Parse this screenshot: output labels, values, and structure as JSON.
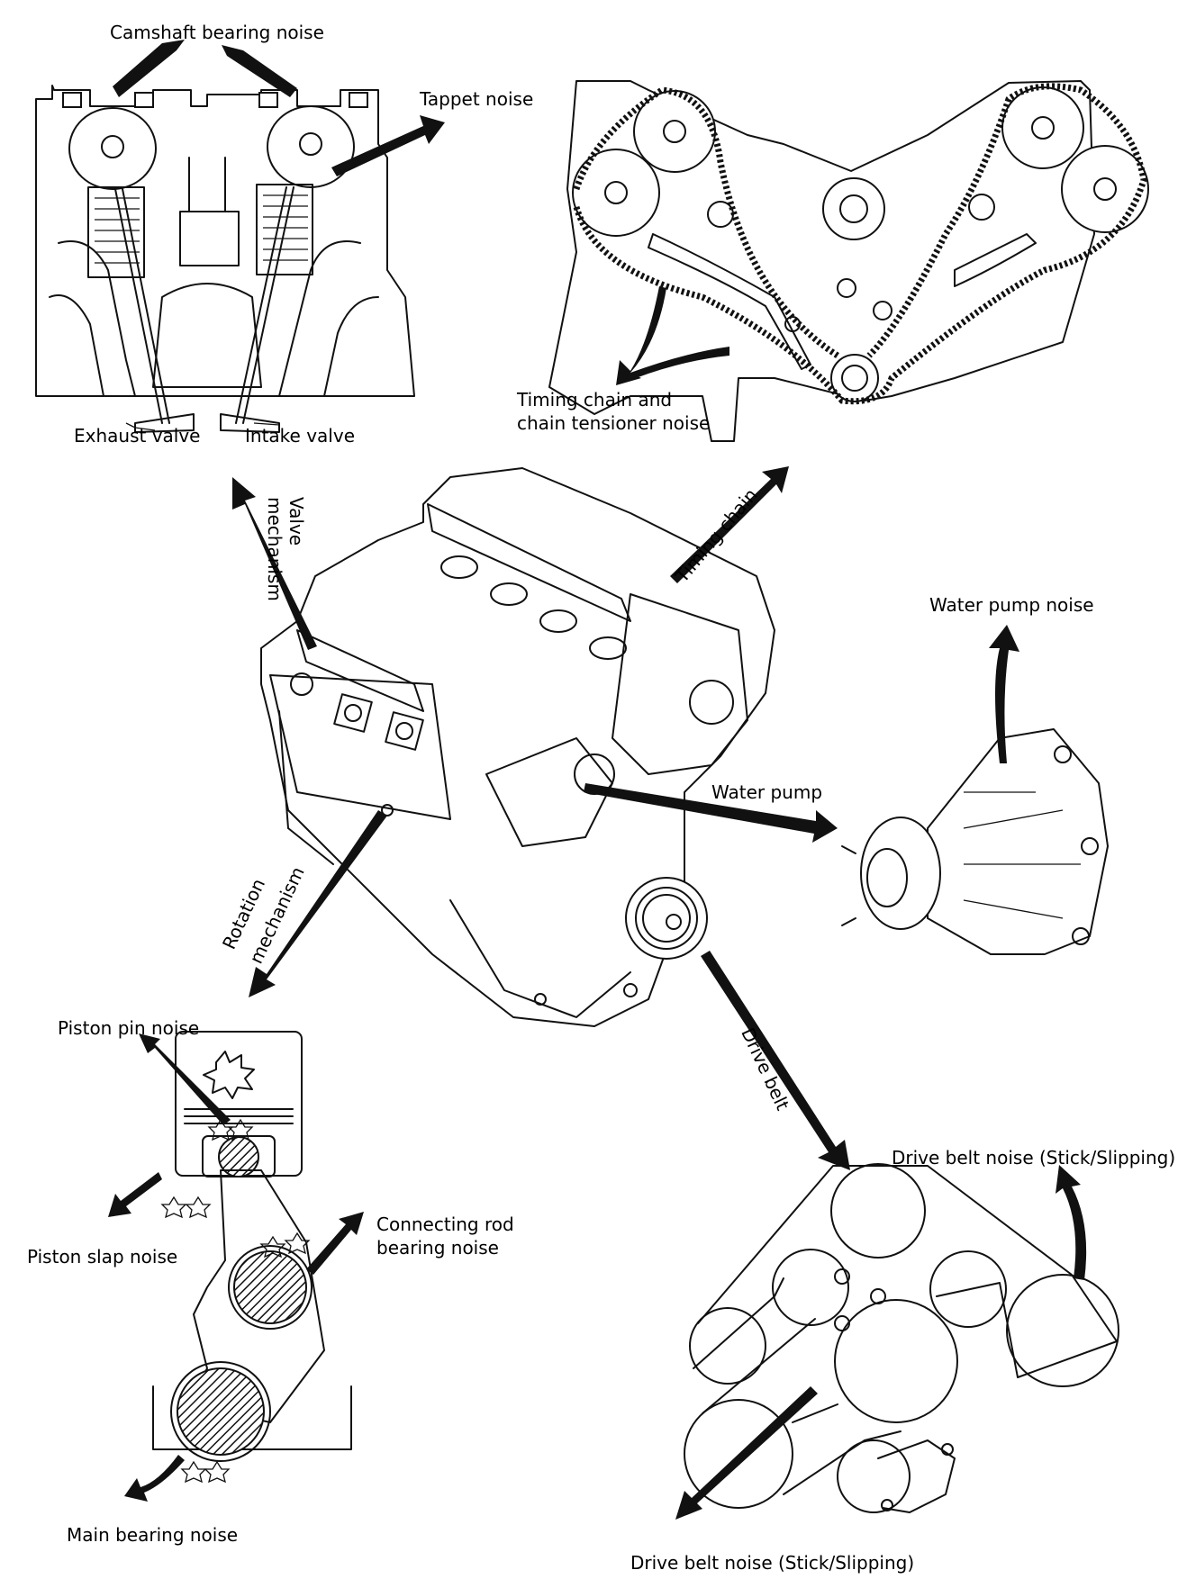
{
  "labels": {
    "camshaft_bearing_noise": "Camshaft bearing noise",
    "tappet_noise": "Tappet noise",
    "exhaust_valve": "Exhaust valve",
    "intake_valve": "Intake valve",
    "timing_chain_noise_line1": "Timing chain and",
    "timing_chain_noise_line2": "chain tensioner noise",
    "valve_mechanism_line1": "Valve",
    "valve_mechanism_line2": "mechanism",
    "timing_chain": "Timing chain",
    "water_pump_noise": "Water pump noise",
    "water_pump": "Water pump",
    "rotation_mechanism_line1": "Rotation",
    "rotation_mechanism_line2": "mechanism",
    "piston_pin_noise": "Piston pin noise",
    "drive_belt": "Drive belt",
    "drive_belt_noise_top": "Drive belt noise (Stick/Slipping)",
    "connecting_rod_line1": "Connecting rod",
    "connecting_rod_line2": "bearing noise",
    "piston_slap_noise": "Piston slap noise",
    "main_bearing_noise": "Main bearing noise",
    "drive_belt_noise_bottom": "Drive belt noise (Stick/Slipping)"
  }
}
